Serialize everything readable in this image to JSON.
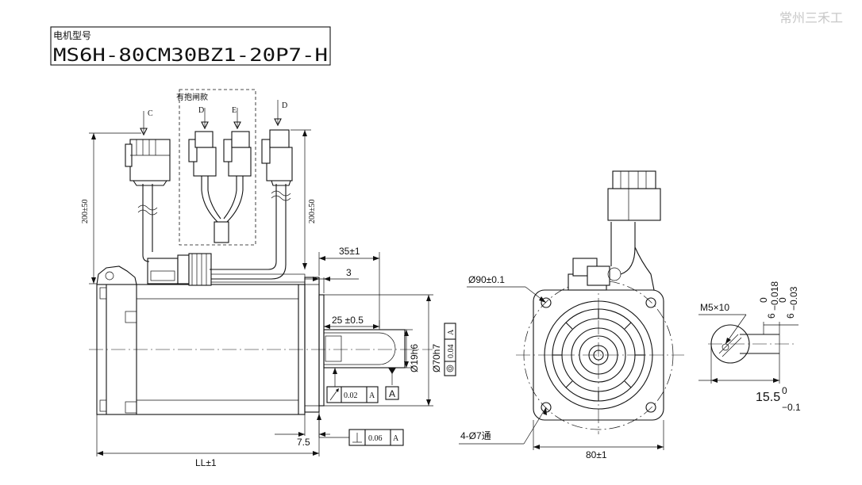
{
  "watermark": "常州三禾工",
  "model": {
    "label": "电机型号",
    "code": "MS6H-80CM30BZ1-20P7-H"
  },
  "side_view": {
    "brake_group_label": "有抱闸款",
    "connector_c": "C",
    "connector_d_brake": "D",
    "connector_e_brake": "E",
    "connector_d": "D",
    "cable_length_left": "200±50",
    "cable_length_right": "200±50",
    "dim_flange_to_shaft": "35±1",
    "dim_spigot": "3",
    "dim_key_length": "25 ±0.5",
    "dim_shaft_dia": "Ø19h6",
    "dim_spigot_dia": "Ø70h7",
    "tol_concentricity_value": "0.04",
    "tol_concentricity_datum": "A",
    "tol_runout_value": "0.02",
    "tol_runout_datum": "A",
    "datum_label": "A",
    "tol_perp_value": "0.06",
    "tol_perp_datum": "A",
    "dim_flange_thickness": "7.5",
    "dim_length": "LL±1"
  },
  "front_view": {
    "dim_pcd": "Ø90±0.1",
    "dim_holes": "4-Ø7通",
    "dim_square": "80±1"
  },
  "shaft_end": {
    "dim_thread": "M5×10",
    "key_width_tol_upper": "0",
    "key_width_base": "6",
    "key_width_tol_lower": "−0.018",
    "key_seat_tol_upper": "0",
    "key_seat_base": "6",
    "key_seat_tol_lower": "−0.03",
    "key_depth_base": "15.5",
    "key_depth_tol_upper": "0",
    "key_depth_tol_lower": "−0.1"
  }
}
